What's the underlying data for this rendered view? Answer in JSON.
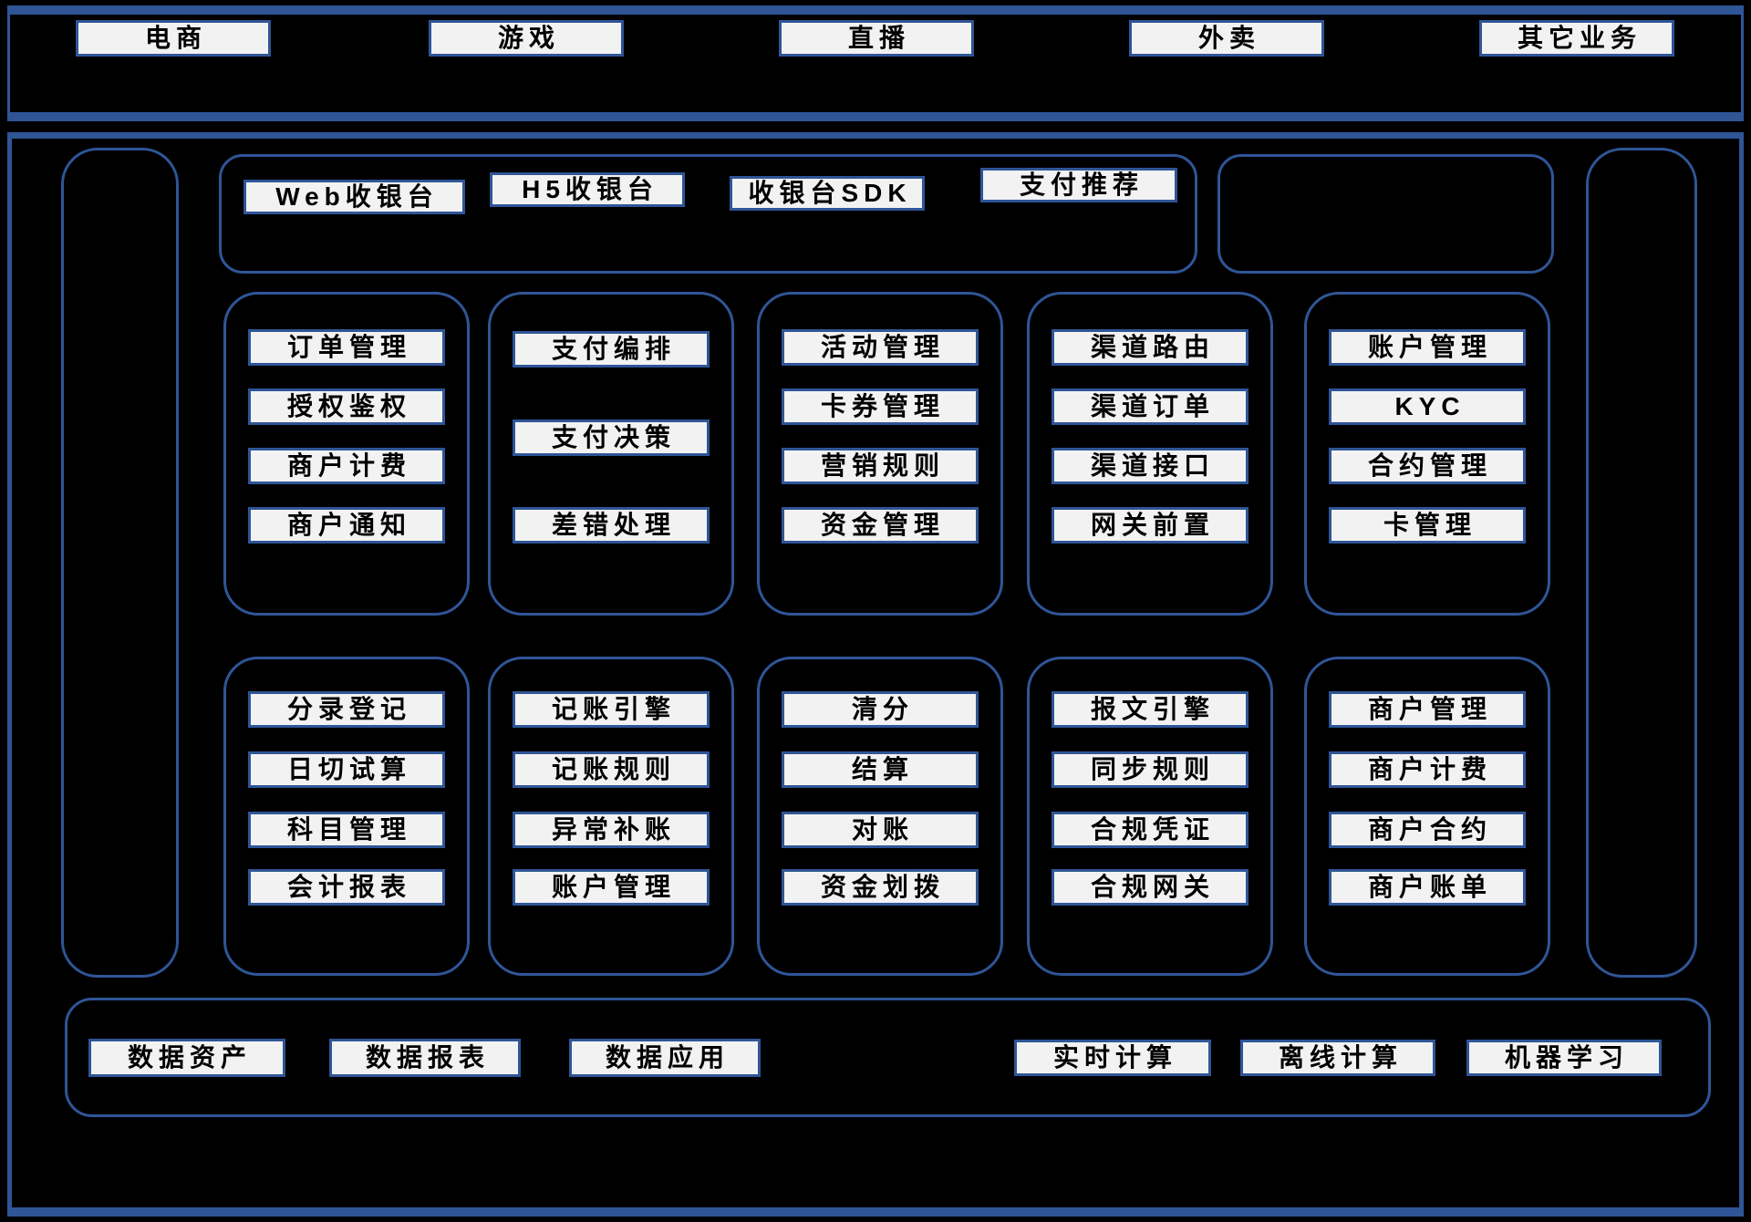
{
  "colors": {
    "background": "#000000",
    "border_blue": "#2f5597",
    "box_fill": "#f2f2f2",
    "text": "#000000"
  },
  "business_bar": [
    "电商",
    "游戏",
    "直播",
    "外卖",
    "其它业务"
  ],
  "cashier_bar": [
    "Web收银台",
    "H5收银台",
    "收银台SDK",
    "支付推荐"
  ],
  "core_groups": [
    {
      "items": [
        "订单管理",
        "授权鉴权",
        "商户计费",
        "商户通知"
      ]
    },
    {
      "items": [
        "支付编排",
        "支付决策",
        "差错处理"
      ]
    },
    {
      "items": [
        "活动管理",
        "卡券管理",
        "营销规则",
        "资金管理"
      ]
    },
    {
      "items": [
        "渠道路由",
        "渠道订单",
        "渠道接口",
        "网关前置"
      ]
    },
    {
      "items": [
        "账户管理",
        "KYC",
        "合约管理",
        "卡管理"
      ]
    }
  ],
  "ledger_groups": [
    {
      "items": [
        "分录登记",
        "日切试算",
        "科目管理",
        "会计报表"
      ]
    },
    {
      "items": [
        "记账引擎",
        "记账规则",
        "异常补账",
        "账户管理"
      ]
    },
    {
      "items": [
        "清分",
        "结算",
        "对账",
        "资金划拨"
      ]
    },
    {
      "items": [
        "报文引擎",
        "同步规则",
        "合规凭证",
        "合规网关"
      ]
    },
    {
      "items": [
        "商户管理",
        "商户计费",
        "商户合约",
        "商户账单"
      ]
    }
  ],
  "data_platform": [
    "数据资产",
    "数据报表",
    "数据应用",
    "实时计算",
    "离线计算",
    "机器学习"
  ]
}
